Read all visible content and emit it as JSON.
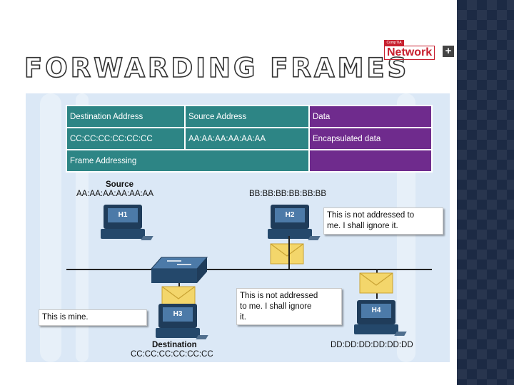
{
  "slide": {
    "title": "FORWARDING FRAMES",
    "logo": {
      "top_text": "CompTIA",
      "main_text": "Network",
      "plus": "+"
    }
  },
  "frame_table": {
    "headers": [
      "Destination Address",
      "Source Address",
      "Data"
    ],
    "row": [
      "CC:CC:CC:CC:CC:CC",
      "AA:AA:AA:AA:AA:AA",
      "Encapsulated data"
    ],
    "footer": "Frame Addressing"
  },
  "hosts": {
    "h1": {
      "name": "H1",
      "role": "Source",
      "mac": "AA:AA:AA:AA:AA:AA"
    },
    "h2": {
      "name": "H2",
      "mac": "BB:BB:BB:BB:BB:BB",
      "message_lines": [
        "This is not addressed to",
        "me. I shall ignore it."
      ]
    },
    "h3": {
      "name": "H3",
      "role": "Destination",
      "mac": "CC:CC:CC:CC:CC:CC",
      "message": "This is mine."
    },
    "h4": {
      "name": "H4",
      "mac": "DD:DD:DD:DD:DD:DD",
      "message_lines": [
        "This is not addressed",
        "to me. I shall ignore",
        "it."
      ]
    }
  },
  "colors": {
    "teal": "#2d8585",
    "purple": "#6f2b8d",
    "panel": "#dbe8f6",
    "dark_panel": "#1c2a44",
    "logo_red": "#c8202f"
  }
}
